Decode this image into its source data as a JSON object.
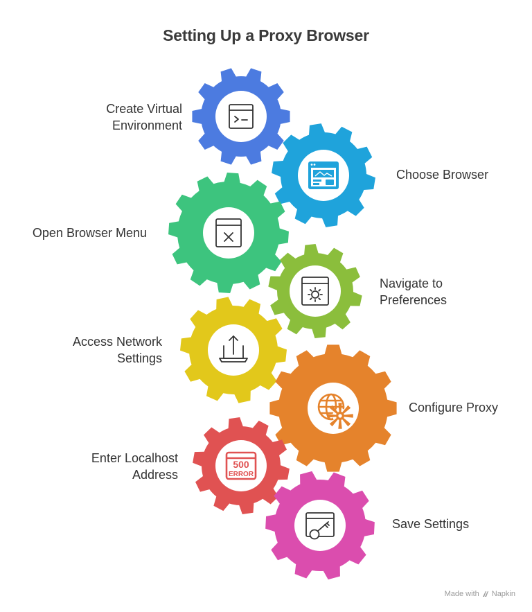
{
  "title": "Setting Up a Proxy Browser",
  "steps": [
    {
      "label": "Create Virtual Environment",
      "side": "left",
      "color": "#4C7BE0",
      "icon": "terminal-icon"
    },
    {
      "label": "Choose Browser",
      "side": "right",
      "color": "#1FA3DB",
      "icon": "browser-window-icon"
    },
    {
      "label": "Open Browser Menu",
      "side": "left",
      "color": "#3DC47E",
      "icon": "window-close-icon"
    },
    {
      "label": "Navigate to Preferences",
      "side": "right",
      "color": "#8BBE3C",
      "icon": "window-settings-icon"
    },
    {
      "label": "Access Network Settings",
      "side": "left",
      "color": "#E2C81B",
      "icon": "laptop-upload-icon"
    },
    {
      "label": "Configure Proxy",
      "side": "right",
      "color": "#E5832C",
      "icon": "globe-gear-icon"
    },
    {
      "label": "Enter Localhost Address",
      "side": "left",
      "color": "#E05252",
      "icon": "error-500-icon"
    },
    {
      "label": "Save Settings",
      "side": "right",
      "color": "#DB4DAE",
      "icon": "window-key-icon"
    }
  ],
  "watermark": {
    "prefix": "Made with",
    "brand": "Napkin"
  }
}
